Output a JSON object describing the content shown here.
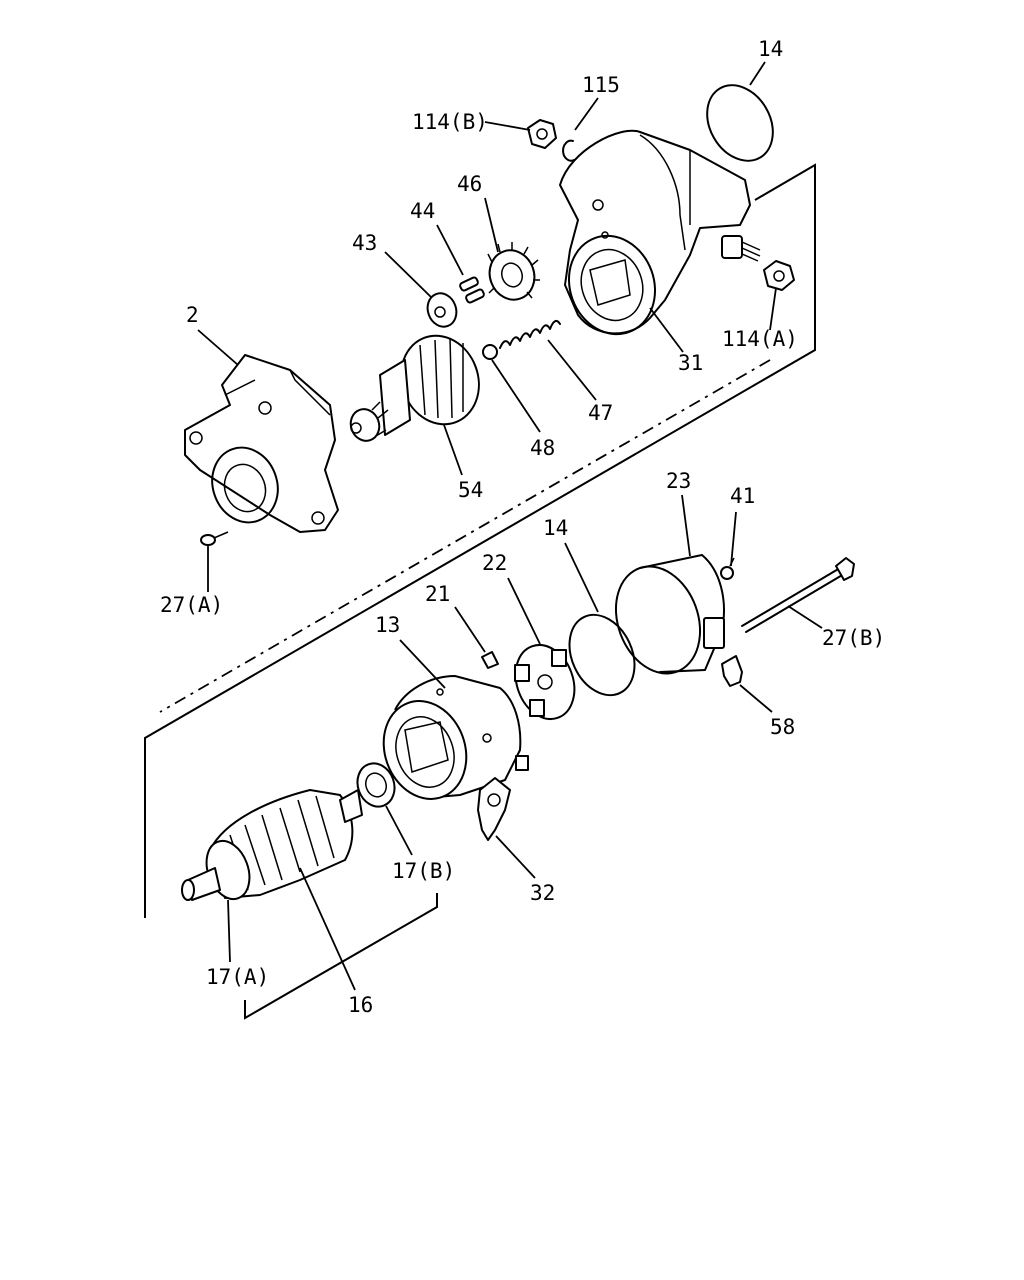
{
  "labels": {
    "l14_top": "14",
    "l115": "115",
    "l114b": "114(B)",
    "l46": "46",
    "l44": "44",
    "l43": "43",
    "l2": "2",
    "l114a": "114(A)",
    "l31": "31",
    "l47": "47",
    "l48": "48",
    "l54": "54",
    "l27a": "27(A)",
    "l23": "23",
    "l41": "41",
    "l14_mid": "14",
    "l22": "22",
    "l21": "21",
    "l13": "13",
    "l27b": "27(B)",
    "l58": "58",
    "l17b": "17(B)",
    "l32": "32",
    "l17a": "17(A)",
    "l16": "16"
  }
}
